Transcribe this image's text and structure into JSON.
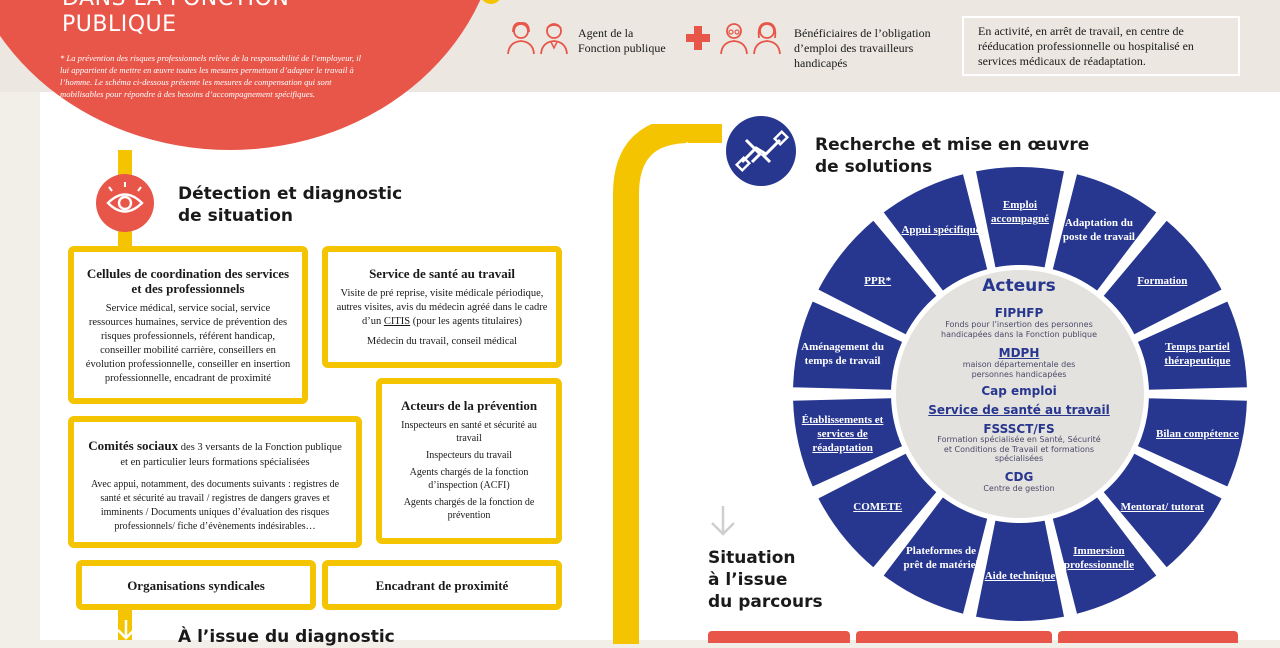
{
  "hero": {
    "title": "DANS LA FONCTION PUBLIQUE",
    "note": "* La prévention des risques professionnels relève de la responsabilité de l’employeur, il lui appartient de mettre en œuvre toutes les mesures permettant d’adapter le travail à l’homme. Le schéma ci-dessous présente les mesures de compensation qui sont mobilisables pour répondre à des besoins d’accompagnement spécifiques."
  },
  "legend": {
    "agents": "Agent de la Fonction publique",
    "beneficiaires": "Bénéficiaires de l’obligation d’emploi des travailleurs handicapés",
    "status": "En activité, en arrêt de travail, en centre de rééducation professionnelle ou hospitalisé en services médicaux de réadaptation."
  },
  "detection": {
    "title_line1": "Détection et diagnostic",
    "title_line2": "de situation",
    "cellules_title": "Cellules de coordination des services et des professionnels",
    "cellules_body": "Service médical, service social, service ressources humaines, service de prévention des risques professionnels, référent handicap, conseiller mobilité carrière, conseillers en évolution professionnelle, conseiller en insertion professionnelle, encadrant de proximité",
    "sante_title": "Service de santé au travail",
    "sante_body_pre": "Visite de pré reprise, visite médicale périodique, autres visites, avis du médecin agréé dans le cadre d’un ",
    "sante_body_link": "CITIS",
    "sante_body_post": " (pour les agents titulaires)",
    "sante_body2": "Médecin du travail, conseil médical",
    "prevention_title": "Acteurs de la prévention",
    "prevention_items": [
      "Inspecteurs en santé et sécurité au travail",
      "Inspecteurs du travail",
      "Agents chargés de la fonction d’inspection (ACFI)",
      "Agents chargés de la fonction de prévention"
    ],
    "comites_title": "Comités sociaux",
    "comites_title_rest": " des 3 versants de la Fonction publique et en particulier leurs formations spécialisées",
    "comites_body": "Avec appui, notamment, des documents suivants : registres de santé et sécurité au travail / registres de dangers graves et imminents / Documents uniques d’évaluation des risques professionnels/ fiche d’évènements indésirables…",
    "syndicales": "Organisations syndicales",
    "encadrant": "Encadrant de proximité",
    "next_title": "À l’issue du diagnostic"
  },
  "solutions": {
    "title_line1": "Recherche et mise en œuvre",
    "title_line2": "de solutions",
    "wheel": [
      {
        "label": "Emploi accompagné",
        "underline": true
      },
      {
        "label": "Adaptation du poste de travail",
        "underline": false
      },
      {
        "label": "Formation",
        "underline": true
      },
      {
        "label": "Temps partiel thérapeutique",
        "underline": true
      },
      {
        "label": "Bilan compétence",
        "underline": true
      },
      {
        "label": "Mentorat/ tutorat",
        "underline": true
      },
      {
        "label": "Immersion professionnelle",
        "underline": true
      },
      {
        "label": "Aide technique",
        "underline": true
      },
      {
        "label": "Plateformes de prêt de matériel",
        "underline": false
      },
      {
        "label": "COMETE",
        "underline": true
      },
      {
        "label": "Établissements et services de réadaptation",
        "underline": true
      },
      {
        "label": "Aménagement du temps de travail",
        "underline": false
      },
      {
        "label": "PPR*",
        "underline": true
      },
      {
        "label": "Appui spécifique",
        "underline": true
      }
    ],
    "acteurs_title": "Acteurs",
    "acteurs": {
      "fiphfp": "FIPHFP",
      "fiphfp_desc": "Fonds pour l’insertion des personnes handicapées dans la Fonction publique",
      "mdph": "MDPH",
      "mdph_desc": "maison départementale des personnes handicapées",
      "capemploi": "Cap emploi",
      "sst": "Service de santé au travail",
      "fsssct": "FSSSCT/FS",
      "fsssct_desc": "Formation spécialisée en Santé, Sécurité et Conditions de Travail et formations spécialisées",
      "cdg": "CDG",
      "cdg_desc": "Centre de gestion"
    }
  },
  "situation": {
    "line1": "Situation",
    "line2": "à l’issue",
    "line3": "du parcours"
  },
  "colors": {
    "red": "#e8564a",
    "yellow": "#f5c400",
    "navy": "#27368f"
  }
}
